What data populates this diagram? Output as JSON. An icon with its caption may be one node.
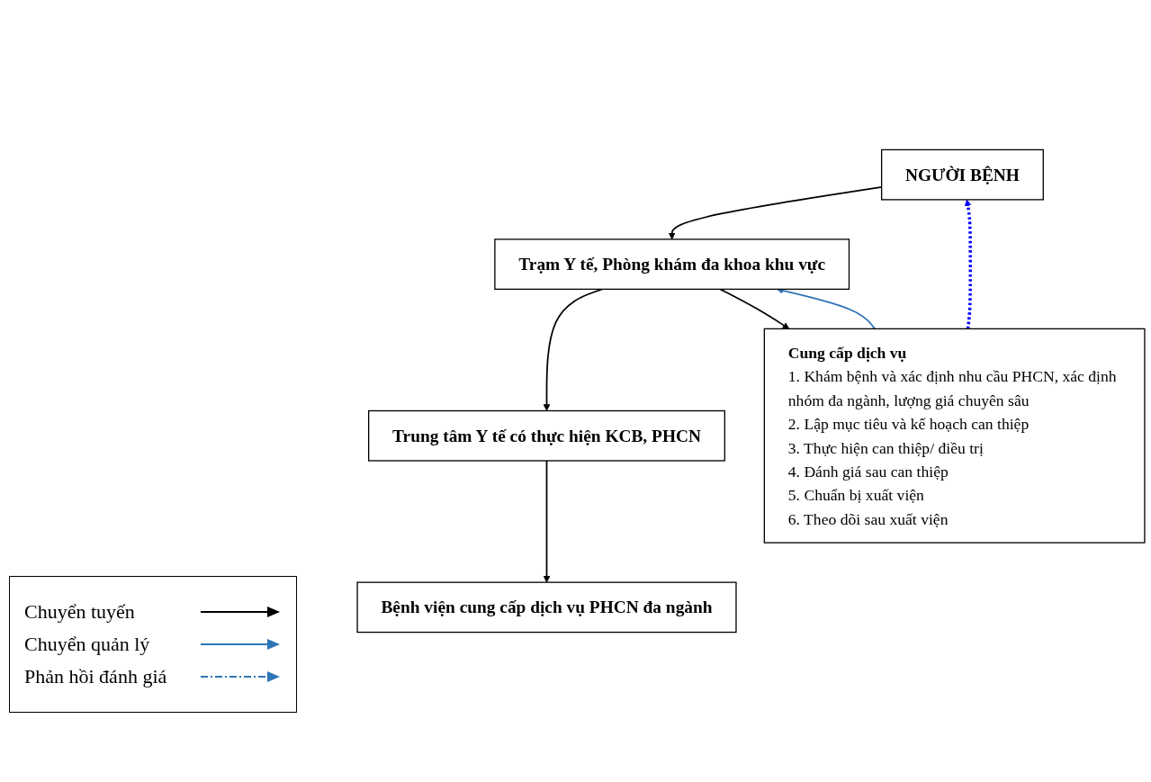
{
  "diagram": {
    "nodes": [
      {
        "text": [
          "NGƯỜI BỆNH"
        ]
      },
      {
        "text": [
          "Trạm Y tế, Phòng khám đa khoa khu vực"
        ]
      },
      {
        "text": [
          "Trung tâm Y tế có thực hiện KCB, PHCN"
        ]
      },
      {
        "text": [
          "Bệnh viện cung cấp dịch vụ PHCN đa ngành"
        ]
      },
      {
        "text": [
          "Cung cấp dịch vụ",
          "1. Khám bệnh và xác định nhu cầu PHCN, xác định nhóm đa ngành, lượng giá chuyên sâu",
          "2. Lập mục tiêu và kế hoạch can thiệp",
          "3. Thực hiện can thiệp/ điều trị",
          "4. Đánh giá sau can thiệp",
          "5. Chuẩn bị xuất viện",
          "6. Theo dõi sau xuất viện"
        ]
      }
    ],
    "edges": [
      {
        "from": 0,
        "to": 1,
        "arrow": "to"
      },
      {
        "from": 1,
        "to": 2,
        "arrow": "to"
      },
      {
        "from": 2,
        "to": 3,
        "arrow": "to"
      },
      {
        "from": 1,
        "to": 4,
        "arrow": "to"
      },
      {
        "from": 4,
        "to": 1,
        "arrow": "to",
        "color": "#2e75b6"
      },
      {
        "from": 4,
        "to": 0,
        "arrow": "to",
        "style": "dashed",
        "color": "#0000ff"
      }
    ],
    "legend": [
      {
        "text": "Chuyển tuyến"
      },
      {
        "text": "Chuyển quản lý"
      },
      {
        "text": "Phản hồi đánh giá"
      }
    ]
  }
}
